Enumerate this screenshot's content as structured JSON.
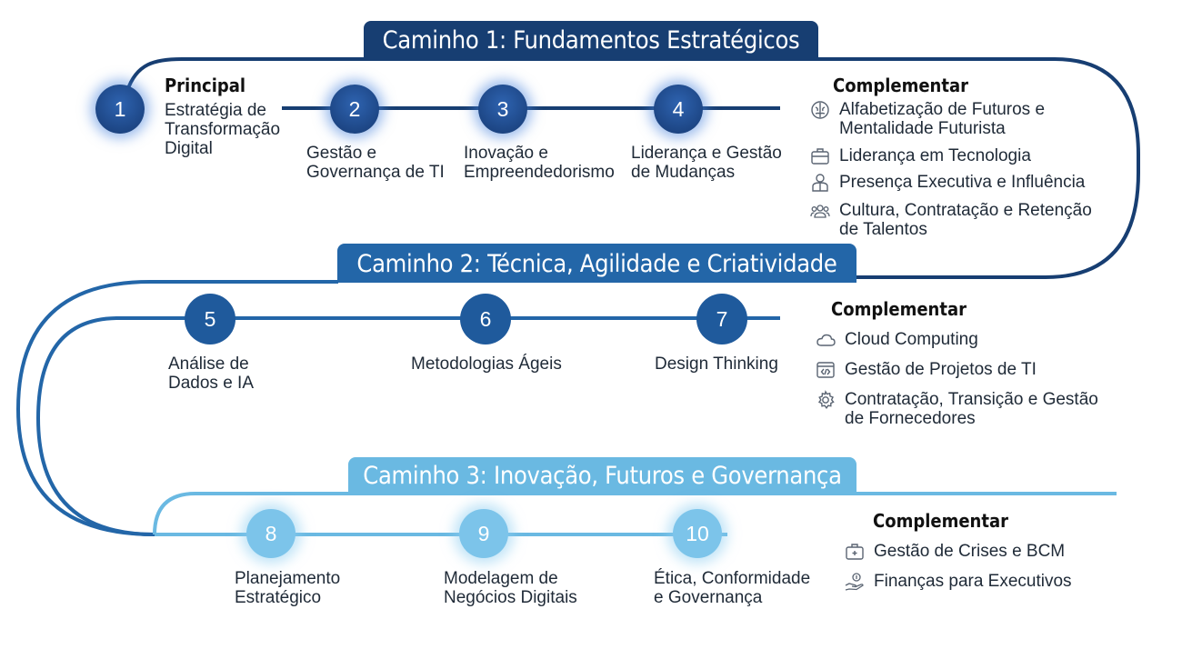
{
  "colors": {
    "dark": "#173e72",
    "mid": "#2366a8",
    "light": "#6ab9e2"
  },
  "paths": [
    {
      "title": "Caminho 1: Fundamentos Estratégicos",
      "principal_heading": "Principal",
      "steps": [
        {
          "num": "1",
          "label": [
            "Estratégia de",
            "Transformação",
            "Digital"
          ]
        },
        {
          "num": "2",
          "label": [
            "Gestão e",
            "Governança de TI"
          ]
        },
        {
          "num": "3",
          "label": [
            "Inovação e",
            "Empreendedorismo"
          ]
        },
        {
          "num": "4",
          "label": [
            "Liderança e Gestão",
            "de Mudanças"
          ]
        }
      ],
      "complementar": {
        "heading": "Complementar",
        "items": [
          {
            "icon": "brain-icon",
            "text": [
              "Alfabetização de Futuros e",
              "Mentalidade Futurista"
            ]
          },
          {
            "icon": "briefcase-icon",
            "text": [
              "Liderança em Tecnologia"
            ]
          },
          {
            "icon": "executive-person-icon",
            "text": [
              "Presença Executiva e Influência"
            ]
          },
          {
            "icon": "team-icon",
            "text": [
              "Cultura, Contratação e Retenção",
              "de Talentos"
            ]
          }
        ]
      }
    },
    {
      "title": "Caminho 2: Técnica, Agilidade e Criatividade",
      "steps": [
        {
          "num": "5",
          "label": [
            "Análise de",
            "Dados e IA"
          ]
        },
        {
          "num": "6",
          "label": [
            "Metodologias Ágeis"
          ]
        },
        {
          "num": "7",
          "label": [
            "Design Thinking"
          ]
        }
      ],
      "complementar": {
        "heading": "Complementar",
        "items": [
          {
            "icon": "cloud-icon",
            "text": [
              "Cloud Computing"
            ]
          },
          {
            "icon": "code-window-icon",
            "text": [
              "Gestão de Projetos de TI"
            ]
          },
          {
            "icon": "gear-icon",
            "text": [
              "Contratação, Transição e Gestão",
              "de Fornecedores"
            ]
          }
        ]
      }
    },
    {
      "title": "Caminho 3: Inovação, Futuros e Governança",
      "steps": [
        {
          "num": "8",
          "label": [
            "Planejamento",
            "Estratégico"
          ]
        },
        {
          "num": "9",
          "label": [
            "Modelagem de",
            "Negócios Digitais"
          ]
        },
        {
          "num": "10",
          "label": [
            "Ética, Conformidade",
            "e Governança"
          ]
        }
      ],
      "complementar": {
        "heading": "Complementar",
        "items": [
          {
            "icon": "first-aid-kit-icon",
            "text": [
              "Gestão de Crises e BCM"
            ]
          },
          {
            "icon": "money-hand-icon",
            "text": [
              "Finanças para Executivos"
            ]
          }
        ]
      }
    }
  ]
}
